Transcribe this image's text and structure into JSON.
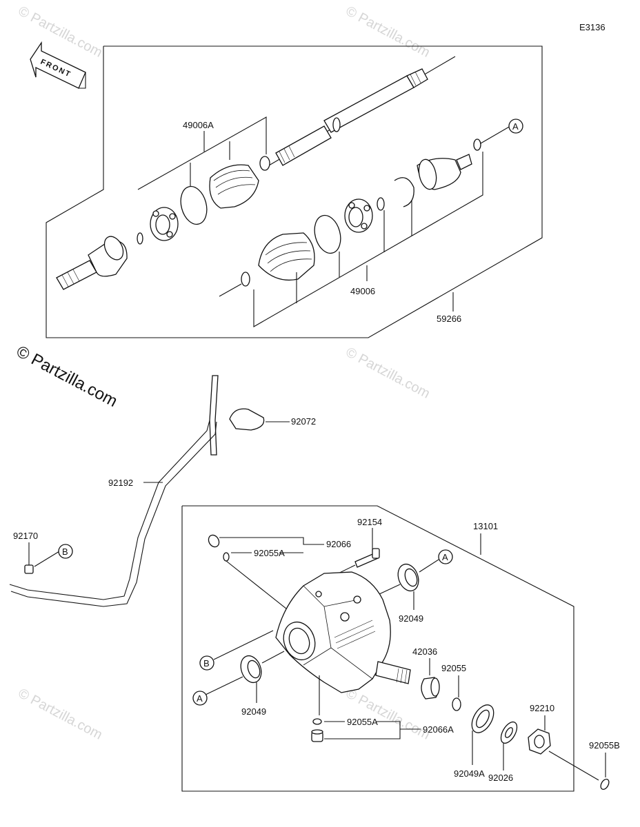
{
  "diagram_code": "E3136",
  "front_label": "FRONT",
  "watermark": "© Partzilla.com",
  "callout_a": "A",
  "callout_b": "B",
  "labels": {
    "p49006A": "49006A",
    "p49006": "49006",
    "p59266": "59266",
    "p92072": "92072",
    "p92192": "92192",
    "p92170": "92170",
    "p92154": "92154",
    "p13101": "13101",
    "p92066": "92066",
    "p92055A_top": "92055A",
    "p92049_right": "92049",
    "p42036": "42036",
    "p92055": "92055",
    "p92049_left": "92049",
    "p92055A_bottom": "92055A",
    "p92066A": "92066A",
    "p92210": "92210",
    "p92055B": "92055B",
    "p92049A": "92049A",
    "p92026": "92026"
  }
}
